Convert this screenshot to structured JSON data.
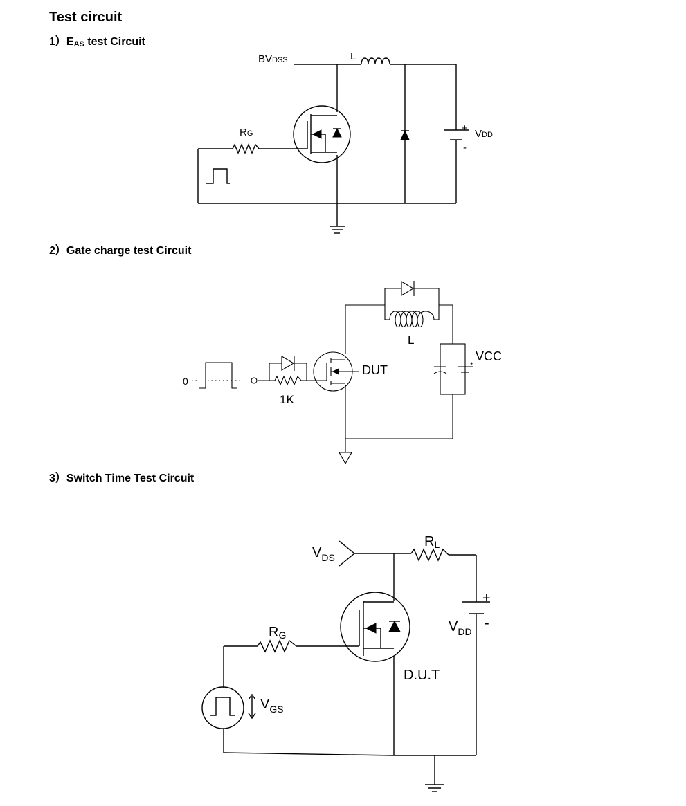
{
  "page": {
    "title": "Test circuit",
    "section1_label": "1）E",
    "section1_sub": "AS",
    "section1_rest": " test Circuit",
    "section2_label": "2）Gate charge test Circuit",
    "section3_label": "3）Switch Time Test Circuit"
  },
  "circuit1": {
    "bvdss_main": "BV",
    "bvdss_sub": "DSS",
    "inductor_label": "L",
    "rg_main": "R",
    "rg_sub": "G",
    "vdd_main": "V",
    "vdd_sub": "DD",
    "plus": "+",
    "minus": "-"
  },
  "circuit2": {
    "zero_label": "0",
    "resistor_label": "1K",
    "dut_label": "DUT",
    "inductor_label": "L",
    "vcc_label": "VCC",
    "plus": "+"
  },
  "circuit3": {
    "vds_main": "V",
    "vds_sub": "DS",
    "rl_main": "R",
    "rl_sub": "L",
    "rg_main": "R",
    "rg_sub": "G",
    "vdd_main": "V",
    "vdd_sub": "DD",
    "plus": "+",
    "minus": "-",
    "dut_label": "D.U.T",
    "vgs_main": "V",
    "vgs_sub": "GS"
  }
}
